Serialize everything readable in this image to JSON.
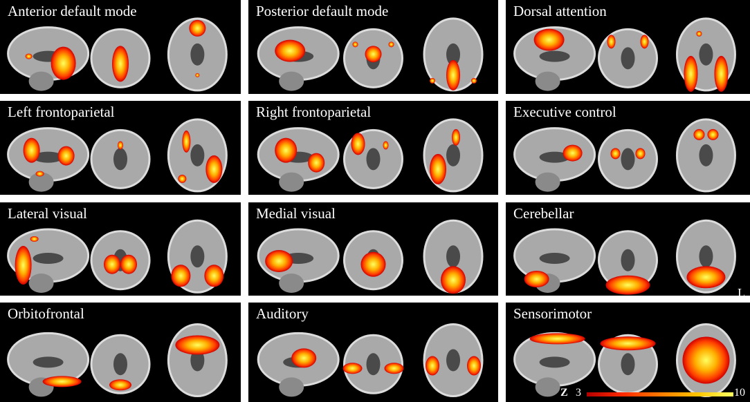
{
  "panels": [
    {
      "title": "Anterior default mode",
      "views": [
        "sagittal",
        "coronal",
        "axial"
      ]
    },
    {
      "title": "Posterior default mode",
      "views": [
        "sagittal",
        "coronal",
        "axial"
      ]
    },
    {
      "title": "Dorsal attention",
      "views": [
        "sagittal",
        "coronal",
        "axial"
      ]
    },
    {
      "title": "Left frontoparietal",
      "views": [
        "sagittal",
        "coronal",
        "axial"
      ]
    },
    {
      "title": "Right frontoparietal",
      "views": [
        "sagittal",
        "coronal",
        "axial"
      ]
    },
    {
      "title": "Executive control",
      "views": [
        "sagittal",
        "coronal",
        "axial"
      ]
    },
    {
      "title": "Lateral visual",
      "views": [
        "sagittal",
        "coronal",
        "axial"
      ]
    },
    {
      "title": "Medial visual",
      "views": [
        "sagittal",
        "coronal",
        "axial"
      ]
    },
    {
      "title": "Cerebellar",
      "views": [
        "sagittal",
        "coronal",
        "axial"
      ]
    },
    {
      "title": "Orbitofrontal",
      "views": [
        "sagittal",
        "coronal",
        "axial"
      ]
    },
    {
      "title": "Auditory",
      "views": [
        "sagittal",
        "coronal",
        "axial"
      ]
    },
    {
      "title": "Sensorimotor",
      "views": [
        "sagittal",
        "coronal",
        "axial"
      ]
    }
  ],
  "orientation_label": "L",
  "colorbar": {
    "label": "Z",
    "min": "3",
    "max": "10",
    "colors": [
      "#b40000",
      "#ff2a00",
      "#ff7a00",
      "#ffc400",
      "#ffff60"
    ]
  }
}
